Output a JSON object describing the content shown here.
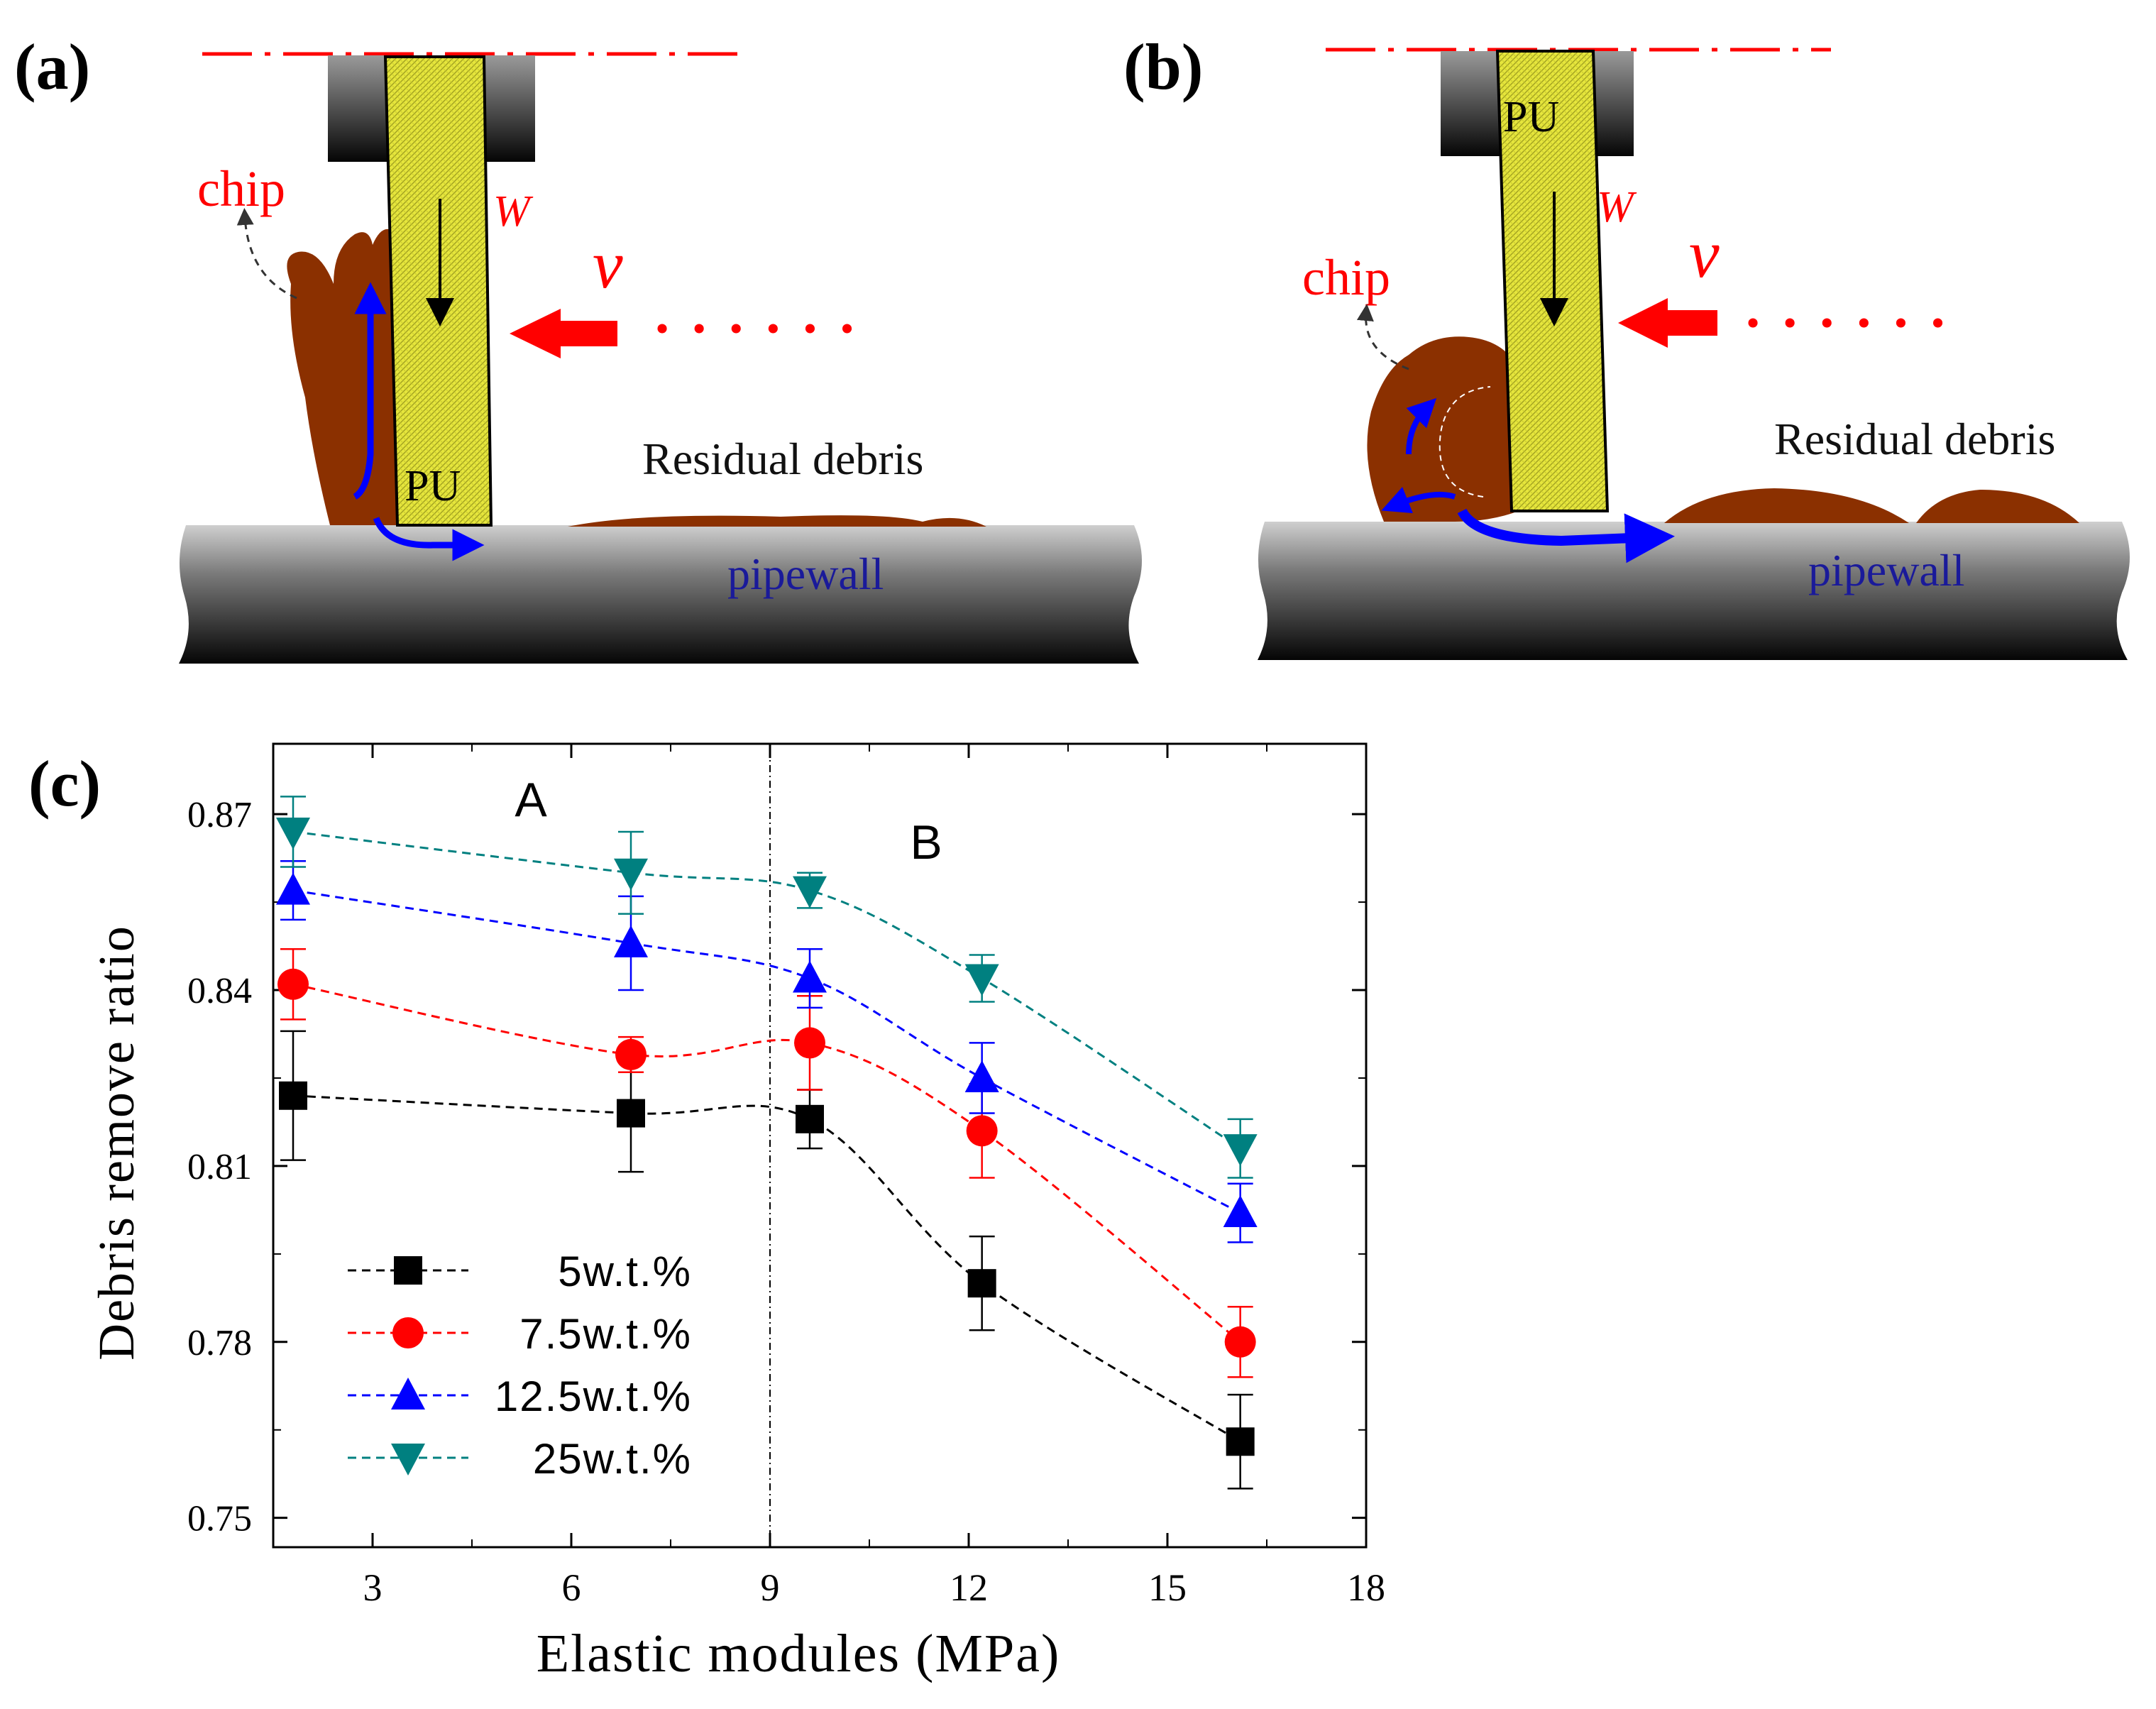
{
  "colors": {
    "red": "#ff0000",
    "blue": "#0000ff",
    "navy": "#1a1a9a",
    "teal": "#008080",
    "black": "#000000",
    "chip_brown": "#8b3000",
    "pu_yellow": "#e6e63c"
  },
  "panel_a": {
    "label": "(a)",
    "chip": "chip",
    "force": "W",
    "velocity": "v",
    "pu": "PU",
    "debris": "Residual debris",
    "wall": "pipewall"
  },
  "panel_b": {
    "label": "(b)",
    "chip": "chip",
    "force": "W",
    "velocity": "v",
    "pu": "PU",
    "debris": "Residual debris",
    "wall": "pipewall"
  },
  "panel_c": {
    "label": "(c)"
  },
  "chart_data": {
    "type": "line",
    "xlabel": "Elastic modules (MPa)",
    "ylabel": "Debris remove ratio",
    "xlim": [
      1.5,
      18
    ],
    "ylim": [
      0.745,
      0.882
    ],
    "x_ticks": [
      "3",
      "6",
      "9",
      "12",
      "15",
      "18"
    ],
    "y_ticks": [
      "0.75",
      "0.78",
      "0.81",
      "0.84",
      "0.87"
    ],
    "region_divider_x": 9,
    "region_labels": [
      "A",
      "B"
    ],
    "legend_position": "lower-left",
    "x": [
      1.8,
      6.9,
      9.6,
      12.2,
      16.1
    ],
    "series": [
      {
        "name": "5w.t.%",
        "marker": "square",
        "color": "#000000",
        "values": [
          0.822,
          0.819,
          0.818,
          0.79,
          0.763
        ],
        "errors": [
          0.011,
          0.01,
          0.005,
          0.008,
          0.008
        ]
      },
      {
        "name": "7.5w.t.%",
        "marker": "circle",
        "color": "#ff0000",
        "values": [
          0.841,
          0.829,
          0.831,
          0.816,
          0.78
        ],
        "errors": [
          0.006,
          0.003,
          0.008,
          0.008,
          0.006
        ]
      },
      {
        "name": "12.5w.t.%",
        "marker": "triangle-up",
        "color": "#0000ff",
        "values": [
          0.857,
          0.848,
          0.842,
          0.825,
          0.802
        ],
        "errors": [
          0.005,
          0.008,
          0.005,
          0.006,
          0.005
        ]
      },
      {
        "name": "25w.t.%",
        "marker": "triangle-down",
        "color": "#008080",
        "values": [
          0.867,
          0.86,
          0.857,
          0.842,
          0.813
        ],
        "errors": [
          0.006,
          0.007,
          0.003,
          0.004,
          0.005
        ]
      }
    ]
  }
}
